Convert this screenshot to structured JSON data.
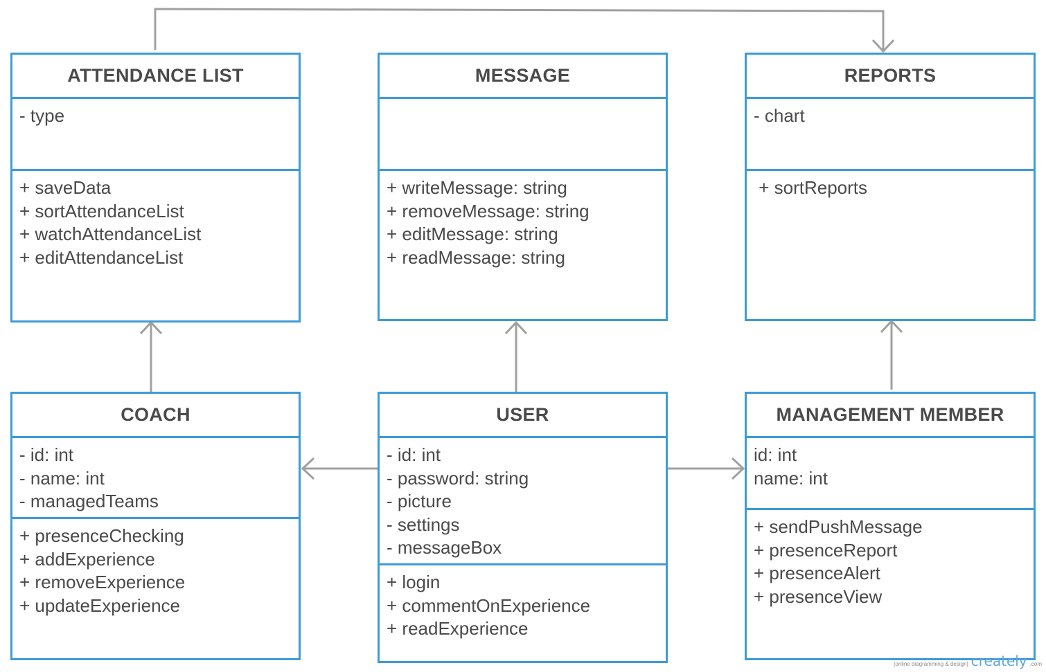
{
  "classes": {
    "attendance": {
      "title": "ATTENDANCE LIST",
      "attributes": [
        "- type"
      ],
      "methods": [
        "+ saveData",
        "+ sortAttendanceList",
        "+ watchAttendanceList",
        "+ editAttendanceList"
      ]
    },
    "message": {
      "title": "MESSAGE",
      "attributes": [],
      "methods": [
        "+ writeMessage: string",
        "+ removeMessage: string",
        "+ editMessage: string",
        "+ readMessage: string"
      ]
    },
    "reports": {
      "title": "REPORTS",
      "attributes": [
        "- chart"
      ],
      "methods": [
        " + sortReports"
      ]
    },
    "coach": {
      "title": "COACH",
      "attributes": [
        "- id: int",
        "- name: int",
        "- managedTeams"
      ],
      "methods": [
        "+ presenceChecking",
        "+ addExperience",
        "+ removeExperience",
        "+ updateExperience"
      ]
    },
    "user": {
      "title": "USER",
      "attributes": [
        "- id: int",
        "- password: string",
        "- picture",
        "- settings",
        "- messageBox"
      ],
      "methods": [
        "+ login",
        "+ commentOnExperience",
        "+ readExperience"
      ]
    },
    "management": {
      "title": "MANAGEMENT MEMBER",
      "attributes": [
        "id: int",
        "name: int"
      ],
      "methods": [
        "+ sendPushMessage",
        "+ presenceReport",
        "+ presenceAlert",
        "+ presenceView"
      ]
    }
  },
  "colors": {
    "border": "#3d9bd8",
    "arrow": "#a0a0a0",
    "text": "#4a4a4a"
  },
  "watermark": {
    "tagline": "[online diagramming & design]",
    "brand": "creately",
    "suffix": ".com"
  }
}
